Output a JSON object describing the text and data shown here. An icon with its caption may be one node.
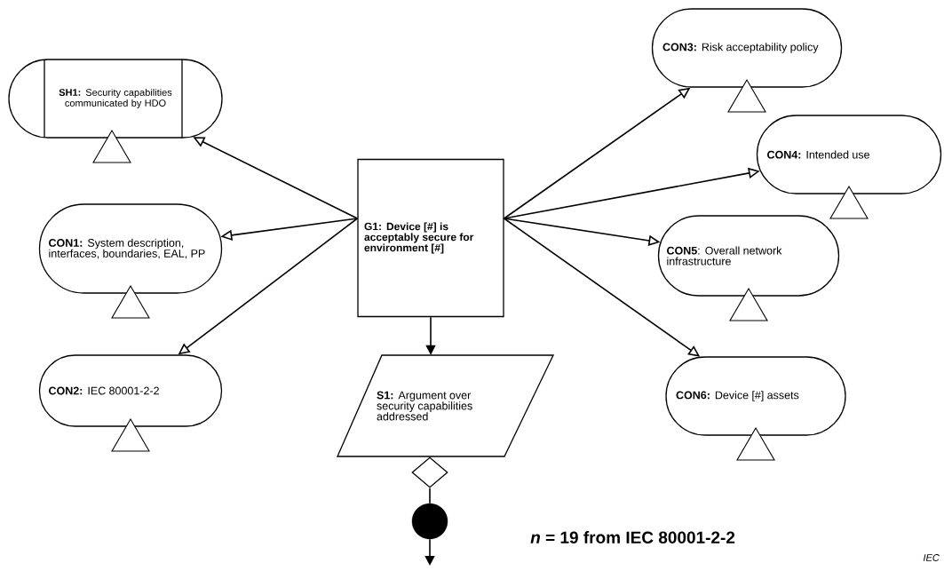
{
  "diagram": {
    "nodes": [
      {
        "text": [
          "G1: Device [#] is acceptably secure for environment [#]"
        ]
      },
      {
        "text": [
          "**SH1:** Security capabilities communicated by HDO"
        ]
      },
      {
        "text": [
          "**CON1:** System description, interfaces, boundaries, EAL, PP"
        ]
      },
      {
        "text": [
          "**CON2:** IEC 80001-2-2"
        ]
      },
      {
        "text": [
          "**CON3:** Risk acceptability policy"
        ]
      },
      {
        "text": [
          "**CON4:** Intended use"
        ]
      },
      {
        "text": [
          "**CON5**: Overall network infrastructure"
        ]
      },
      {
        "text": [
          "**CON6:** Device [#] assets"
        ]
      },
      {
        "text": [
          "**S1:** Argument over security capabilities addressed"
        ]
      },
      {
        "text": [],
        "shape": "diamond"
      },
      {
        "text": [],
        "shape": "circle"
      }
    ],
    "edges": [
      {
        "from": 0,
        "to": 1,
        "arrow": "to"
      },
      {
        "from": 0,
        "to": 2,
        "arrow": "to"
      },
      {
        "from": 0,
        "to": 3,
        "arrow": "to"
      },
      {
        "from": 0,
        "to": 4,
        "arrow": "to"
      },
      {
        "from": 0,
        "to": 5,
        "arrow": "to"
      },
      {
        "from": 0,
        "to": 6,
        "arrow": "to"
      },
      {
        "from": 0,
        "to": 7,
        "arrow": "to"
      },
      {
        "from": 0,
        "to": 8,
        "arrow": "to"
      },
      {
        "from": 9,
        "to": 10,
        "arrow": "none"
      },
      {
        "from": 10,
        "to": null,
        "arrow": "to"
      }
    ],
    "labels": [
      "*n* = 19 from IEC 80001-2-2",
      "IEC"
    ]
  }
}
